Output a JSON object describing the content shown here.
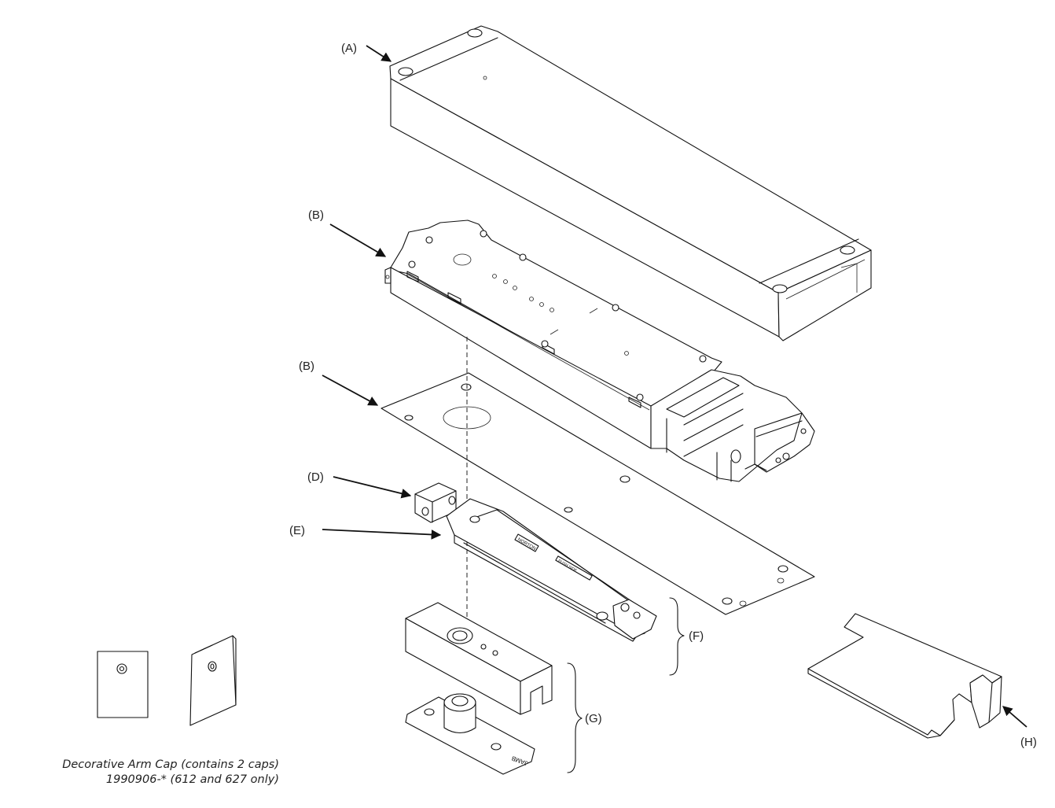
{
  "callouts": {
    "a": "(A)",
    "b1": "(B)",
    "b2": "(B)",
    "d": "(D)",
    "e": "(E)",
    "f": "(F)",
    "g": "(G)",
    "h": "(H)"
  },
  "caption": {
    "line1": "Decorative Arm Cap (contains 2 caps)",
    "line2": "1990906-* (612 and 627 only)"
  },
  "part_markings": {
    "arm_brand": "NORTON",
    "arm_label": "PUSH SIDE",
    "jamb": "JAMB"
  }
}
